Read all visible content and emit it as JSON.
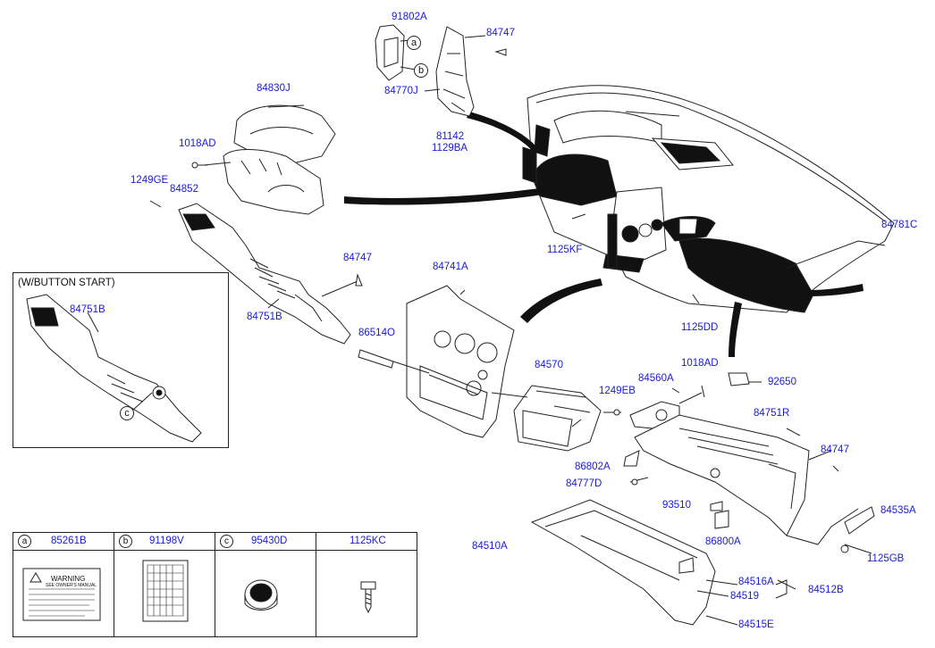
{
  "diagram": {
    "inset_title": "(W/BUTTON START)",
    "callouts": {
      "a": "a",
      "b": "b",
      "c": "c"
    },
    "labels": {
      "p91802A": "91802A",
      "p84747_top": "84747",
      "p84770J": "84770J",
      "p84830J": "84830J",
      "p1018AD_left": "1018AD",
      "p1249GE": "1249GE",
      "p84852": "84852",
      "p81142": "81142",
      "p1129BA": "1129BA",
      "p1125KF": "1125KF",
      "p84781C": "84781C",
      "p84747_mid": "84747",
      "p84751B_main": "84751B",
      "p84751B_inset": "84751B",
      "p84741A": "84741A",
      "p86514O": "86514O",
      "p1125DD": "1125DD",
      "p84570": "84570",
      "p1249EB": "1249EB",
      "p84560A": "84560A",
      "p1018AD_right": "1018AD",
      "p92650": "92650",
      "p84751R": "84751R",
      "p84747_right": "84747",
      "p86802A": "86802A",
      "p84777D": "84777D",
      "p93510": "93510",
      "p84535A": "84535A",
      "p86800A": "86800A",
      "p1125GB": "1125GB",
      "p84510A": "84510A",
      "p84516A": "84516A",
      "p84519": "84519",
      "p84512B": "84512B",
      "p84515E": "84515E"
    }
  },
  "legend": {
    "columns": [
      {
        "key": "a",
        "part": "85261B"
      },
      {
        "key": "b",
        "part": "91198V"
      },
      {
        "key": "c",
        "part": "95430D"
      },
      {
        "key": "",
        "part": "1125KC"
      }
    ],
    "label_text": {
      "warning": "WARNING",
      "manual": "SEE OWNER'S MANUAL"
    }
  },
  "colors": {
    "label": "#1a1ad6",
    "line": "#222222",
    "fill_dark": "#111111",
    "fill_light": "#ffffff"
  }
}
